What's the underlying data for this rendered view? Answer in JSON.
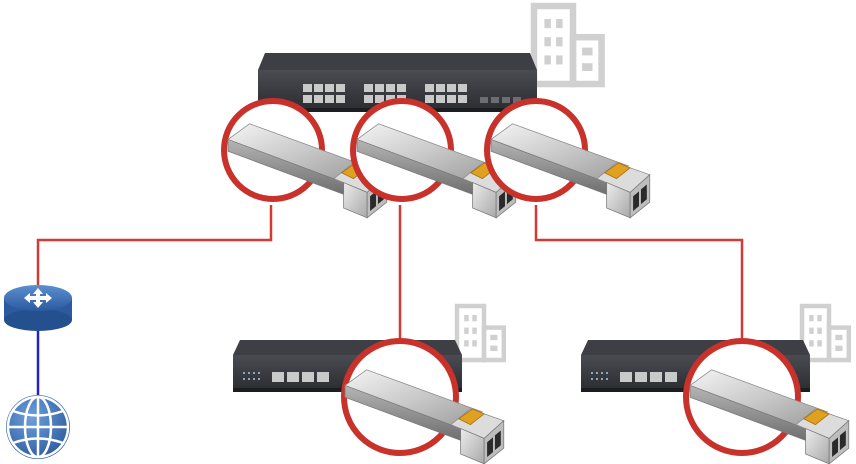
{
  "diagram": {
    "type": "network-topology",
    "labels": [],
    "nodes": [
      {
        "id": "core-switch",
        "kind": "switch-24-port",
        "icon": "building-icon"
      },
      {
        "id": "access-switch-1",
        "kind": "switch-8-port",
        "icon": "building-icon"
      },
      {
        "id": "access-switch-2",
        "kind": "switch-8-port",
        "icon": "building-icon"
      },
      {
        "id": "router",
        "kind": "router",
        "icon": "router-icon"
      },
      {
        "id": "internet",
        "kind": "internet",
        "icon": "globe-icon"
      }
    ],
    "transceivers": [
      {
        "id": "sfp-core-1",
        "on": "core-switch"
      },
      {
        "id": "sfp-core-2",
        "on": "core-switch"
      },
      {
        "id": "sfp-core-3",
        "on": "core-switch"
      },
      {
        "id": "sfp-access-1",
        "on": "access-switch-1"
      },
      {
        "id": "sfp-access-2",
        "on": "access-switch-2"
      }
    ],
    "links": [
      {
        "from": "sfp-core-1",
        "to": "router",
        "medium": "fiber"
      },
      {
        "from": "sfp-core-2",
        "to": "sfp-access-1",
        "medium": "fiber"
      },
      {
        "from": "sfp-core-3",
        "to": "sfp-access-2",
        "medium": "fiber"
      },
      {
        "from": "router",
        "to": "internet",
        "medium": "copper"
      }
    ],
    "colors": {
      "fiber_link": "#d23a33",
      "copper_link": "#2222cc",
      "highlight_ring": "#c8322b",
      "switch_body": "#2b2d31",
      "router_globe": "#3b6fb6",
      "building": "#d0d0d0",
      "sfp_latch": "#e0a020"
    }
  }
}
